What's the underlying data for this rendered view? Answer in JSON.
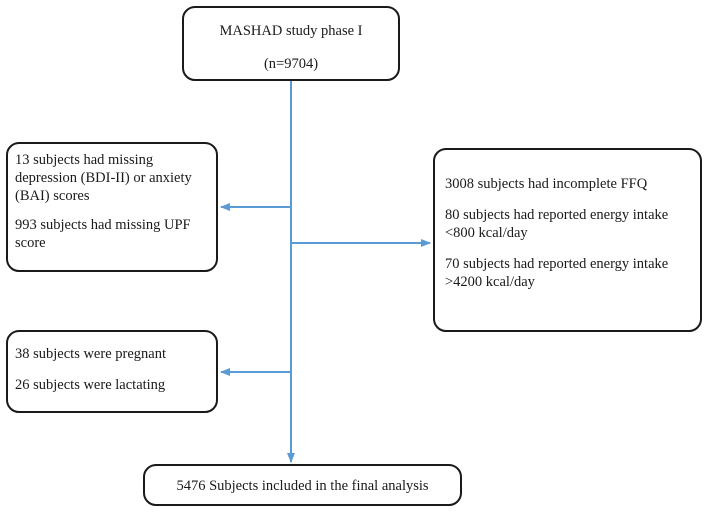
{
  "boxes": {
    "top": {
      "title": "MASHAD study phase I",
      "count": "(n=9704)"
    },
    "exclusion_left_1": {
      "missing_scores": "13 subjects had missing depression (BDI-II) or anxiety (BAI) scores",
      "missing_upf": "993 subjects had missing UPF score"
    },
    "exclusion_right": {
      "incomplete_ffq": "3008 subjects had incomplete FFQ",
      "low_energy": "80 subjects had reported energy intake <800 kcal/day",
      "high_energy": "70 subjects had reported energy intake >4200 kcal/day"
    },
    "exclusion_left_2": {
      "pregnant": "38 subjects were pregnant",
      "lactating": "26 subjects were lactating"
    },
    "final": {
      "label": "5476 Subjects included in the final analysis"
    }
  },
  "colors": {
    "arrow": "#5b9bd5",
    "box_border": "#1a1a1a"
  }
}
